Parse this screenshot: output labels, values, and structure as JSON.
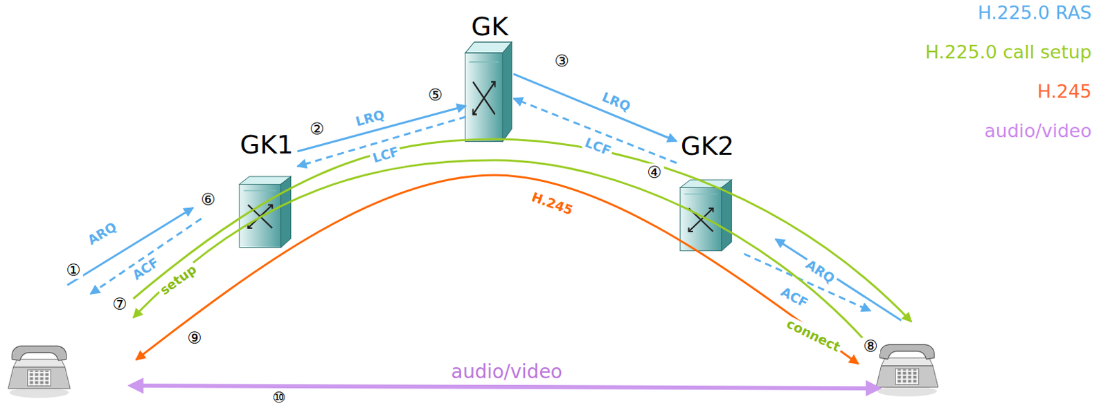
{
  "diagram": {
    "nodes": [
      {
        "text": [
          "GK"
        ]
      },
      {
        "text": [
          "GK1"
        ]
      },
      {
        "text": [
          "GK2"
        ]
      }
    ],
    "edges": [
      {
        "from": 1,
        "to": 0,
        "label": "LRQ",
        "arrow": "to"
      },
      {
        "from": 0,
        "to": 1,
        "label": "LCF",
        "arrow": "to"
      },
      {
        "from": 0,
        "to": 2,
        "label": "LRQ",
        "arrow": "to"
      },
      {
        "from": 2,
        "to": 0,
        "label": "LCF",
        "arrow": "to"
      }
    ],
    "labels": [
      "①",
      "ARQ",
      "ACF",
      "⑥",
      "setup",
      "⑦",
      "②",
      "⑤",
      "③",
      "④",
      "H.245",
      "⑨",
      "ARQ",
      "ACF",
      "connect",
      "⑧",
      "⑩",
      "audio/video"
    ],
    "legend": [
      {
        "text": "H.225.0 RAS",
        "color": "#5aaeee"
      },
      {
        "text": "H.225.0 call setup",
        "color": "#99cc22"
      },
      {
        "text": "H.245",
        "color": "#ff6633"
      },
      {
        "text": "audio/video",
        "color": "#cc88ee"
      }
    ]
  }
}
